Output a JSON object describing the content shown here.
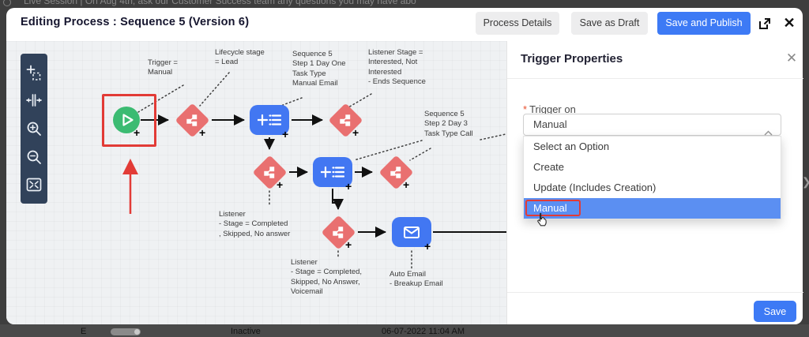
{
  "colors": {
    "primary_blue": "#3d7af5",
    "node_blue": "#4277f2",
    "node_red": "#e97070",
    "node_green": "#3bbb72",
    "highlight_red": "#e23b36",
    "selected_option_bg": "#5b8ff2",
    "toolbar_bg": "#31425a"
  },
  "backdrop": {
    "top_banner_text": "Live Session | On Aug 4th, ask our Customer Success team any questions you may have abo",
    "edge_chevron": "❯",
    "bottom_row": {
      "col1": "E",
      "status": "Inactive",
      "timestamp": "06-07-2022 11:04 AM"
    }
  },
  "header": {
    "title": "Editing Process : Sequence 5 (Version 6)",
    "process_details_label": "Process Details",
    "save_draft_label": "Save as Draft",
    "save_publish_label": "Save and Publish",
    "close_icon": "✕"
  },
  "toolbar": {
    "tools": [
      "transform-tool",
      "split-view-tool",
      "zoom-in-tool",
      "zoom-out-tool",
      "fit-to-screen-tool"
    ]
  },
  "canvas": {
    "plus_label": "+",
    "annotations": {
      "trigger": "Trigger =\nManual",
      "lifecycle": "Lifecycle stage\n= Lead",
      "step1": "Sequence 5\nStep 1 Day One\nTask Type\nManual Email",
      "listener1": "Listener Stage =\nInterested, Not\nInterested\n- Ends Sequence",
      "step2": "Sequence 5\nStep 2 Day 3\nTask Type Call",
      "listener2": "Listener\n- Stage = Completed\n, Skipped, No answer",
      "listener3": "Listener\n- Stage = Completed,\nSkipped, No Answer,\nVoicemail",
      "auto_email": "Auto Email\n- Breakup Email"
    }
  },
  "panel": {
    "title": "Trigger Properties",
    "close_icon": "✕",
    "required_marker": "*",
    "field_label": "Trigger on",
    "select_value": "Manual",
    "options": [
      "Select an Option",
      "Create",
      "Update (Includes Creation)",
      "Manual"
    ],
    "selected_option": "Manual",
    "save_label": "Save"
  }
}
